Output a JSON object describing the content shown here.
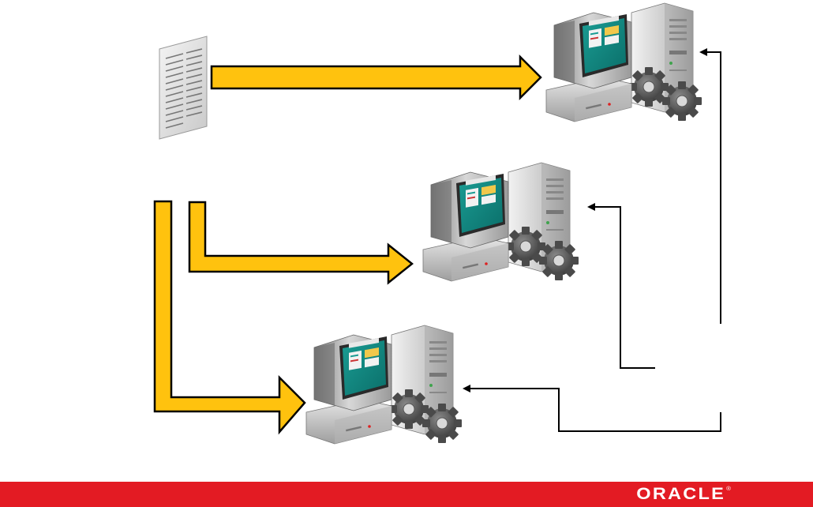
{
  "brand": {
    "name": "ORACLE",
    "trademark": "®",
    "footer_color": "#e31b23"
  },
  "colors": {
    "arrow_fill": "#ffc20e",
    "arrow_stroke": "#000000",
    "connector": "#000000"
  },
  "diagram": {
    "nodes": [
      {
        "id": "source-document",
        "icon": "document-icon"
      },
      {
        "id": "system-top",
        "icon": "workstation-server-gears-icon"
      },
      {
        "id": "system-middle",
        "icon": "workstation-server-gears-icon"
      },
      {
        "id": "system-bottom",
        "icon": "workstation-server-gears-icon"
      }
    ],
    "edges": [
      {
        "from": "source-document",
        "to": "system-top",
        "style": "thick-yellow-arrow"
      },
      {
        "from": "source-document",
        "to": "system-middle",
        "style": "thick-yellow-arrow"
      },
      {
        "from": "source-document",
        "to": "system-bottom",
        "style": "thick-yellow-arrow"
      },
      {
        "from": "external",
        "to": "system-top",
        "style": "thin-black-arrow"
      },
      {
        "from": "external",
        "to": "system-middle",
        "style": "thin-black-arrow"
      },
      {
        "from": "external",
        "to": "system-bottom",
        "style": "thin-black-arrow"
      }
    ]
  }
}
